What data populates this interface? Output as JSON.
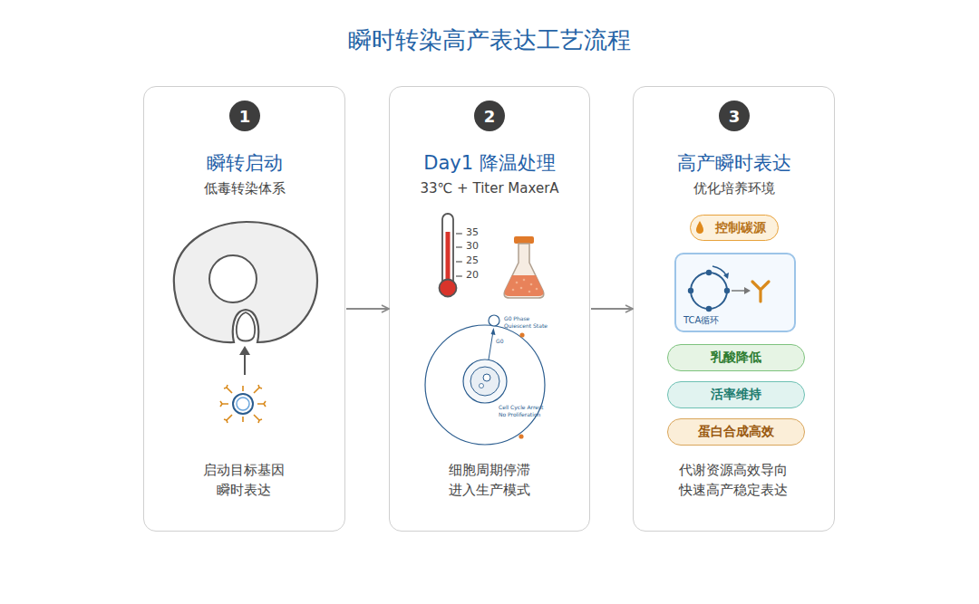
{
  "diagram": {
    "title": "瞬时转染高产表达工艺流程",
    "nodes": [
      {
        "text": [
          "瞬转启动",
          "低毒转染体系",
          "启动目标基因 瞬时表达"
        ]
      },
      {
        "text": [
          "1"
        ],
        "in": 0
      },
      {
        "text": [
          "Day1 降温处理",
          "33℃ + Titer MaxerA",
          "细胞周期停滞 进入生产模式"
        ]
      },
      {
        "text": [
          "2"
        ],
        "in": 2
      },
      {
        "text": [
          "高产瞬时表达",
          "优化培养环境",
          "代谢资源高效导向 快速高产稳定表达"
        ]
      },
      {
        "text": [
          "3"
        ],
        "in": 4
      },
      {
        "text": [
          "控制碳源"
        ],
        "in": 4
      },
      {
        "text": [
          "TCA循环"
        ],
        "in": 4
      },
      {
        "text": [
          "乳酸降低"
        ],
        "in": 4
      },
      {
        "text": [
          "活率维持"
        ],
        "in": 4
      },
      {
        "text": [
          "蛋白合成高效"
        ],
        "in": 4
      }
    ],
    "edges": [
      {
        "from": 0,
        "to": 2,
        "arrow": "to"
      },
      {
        "from": 2,
        "to": 4,
        "arrow": "to"
      }
    ],
    "labels": [
      "35",
      "30",
      "25",
      "20",
      "G0 Phase Quiescent State",
      "G0",
      "Cell Cycle Arrest No Proliferation"
    ]
  }
}
